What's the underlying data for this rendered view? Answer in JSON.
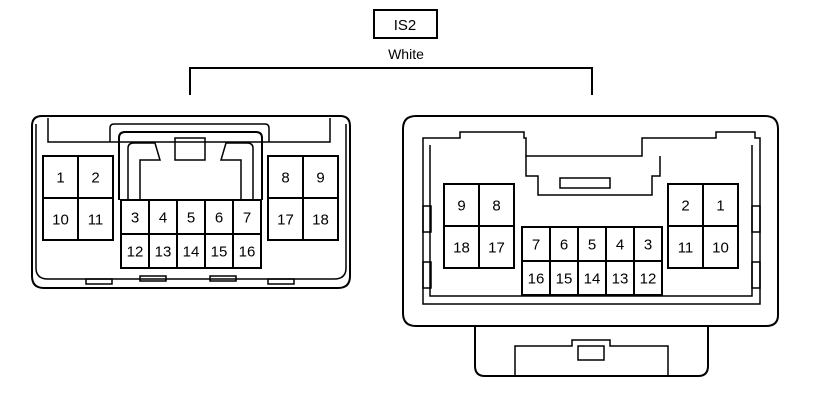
{
  "connector": {
    "name": "IS2",
    "color": "White"
  },
  "left_view": {
    "left_block": [
      "1",
      "2",
      "10",
      "11"
    ],
    "middle_top": [
      "3",
      "4",
      "5",
      "6",
      "7"
    ],
    "middle_bottom": [
      "12",
      "13",
      "14",
      "15",
      "16"
    ],
    "right_block": [
      "8",
      "9",
      "17",
      "18"
    ]
  },
  "right_view": {
    "left_block": [
      "9",
      "8",
      "18",
      "17"
    ],
    "middle_top": [
      "7",
      "6",
      "5",
      "4",
      "3"
    ],
    "middle_bottom": [
      "16",
      "15",
      "14",
      "13",
      "12"
    ],
    "right_block": [
      "2",
      "1",
      "11",
      "10"
    ]
  }
}
